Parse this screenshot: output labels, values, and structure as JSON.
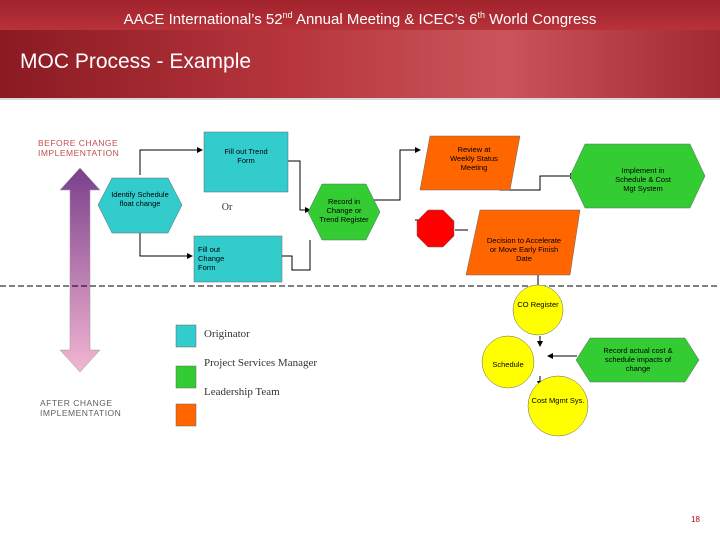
{
  "header": {
    "conference_pre": "AACE International’s 52",
    "conference_sup1": "nd",
    "conference_mid": " Annual Meeting & ICEC’s 6",
    "conference_sup2": "th",
    "conference_post": " World Congress",
    "title": "MOC Process - Example"
  },
  "captions": {
    "before": "BEFORE CHANGE IMPLEMENTATION",
    "after": "AFTER CHANGE IMPLEMENTATION"
  },
  "nodes": {
    "fill_trend": "Fill out Trend Form",
    "identify": "Identify Schedule float change",
    "or": "Or",
    "fill_change": "Fill out Change Form",
    "record": "Record in Change or Trend Register",
    "review": "Review at Weekly Status Meeting",
    "implement": "Implement in Schedule & Cost Mgt System",
    "decision": "Decision to Accelerate or Move Early Finish Date",
    "co_register": "CO Register",
    "schedule": "Schedule",
    "record_actual": "Record actual cost & schedule impacts of change",
    "cost_mgmt": "Cost Mgmt Sys."
  },
  "legend": [
    {
      "label": "Originator",
      "color": "#33cccc"
    },
    {
      "label": "Project Services Manager",
      "color": "#33cc33"
    },
    {
      "label": "Leadership Team",
      "color": "#ff6600"
    }
  ],
  "colors": {
    "originator": "#33cccc",
    "psm": "#33cc33",
    "leadership": "#ff6600",
    "yellow": "#ffff00",
    "stop": "#ff0000",
    "arrow_top": "#7b3f8c",
    "arrow_bottom": "#f4a6c8"
  },
  "slide_number": "18"
}
